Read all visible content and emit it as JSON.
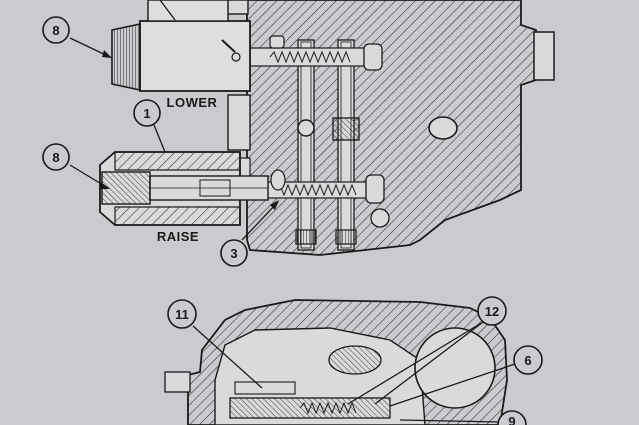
{
  "labels": {
    "lower": "LOWER",
    "raise": "RAISE"
  },
  "callouts": {
    "c8_top": "8",
    "c1": "1",
    "c8_bottom": "8",
    "c3": "3",
    "c11": "11",
    "c12": "12",
    "c6": "6",
    "c9": "9"
  },
  "colors": {
    "paper": "#c9cbce",
    "ink": "#1a1a1a"
  }
}
